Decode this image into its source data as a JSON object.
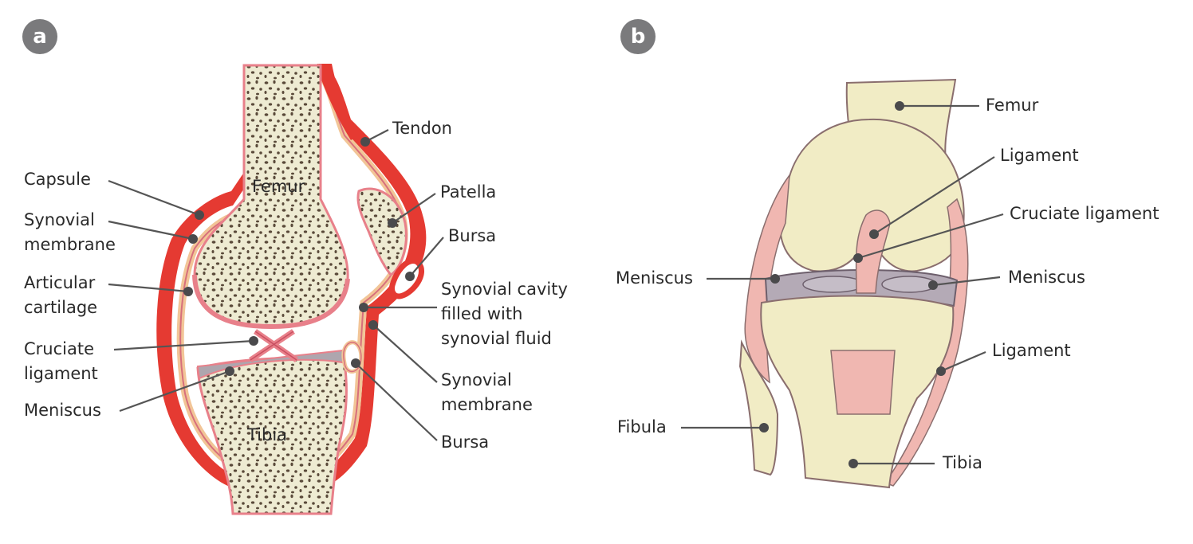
{
  "panels": {
    "a": "a",
    "b": "b"
  },
  "panel_a": {
    "inner": {
      "femur": "Femur",
      "tibia": "Tibia"
    },
    "labels": {
      "capsule": "Capsule",
      "synovial_membrane_left": [
        "Synovial",
        "membrane"
      ],
      "articular_cartilage": [
        "Articular",
        "cartilage"
      ],
      "cruciate_ligament": [
        "Cruciate",
        "ligament"
      ],
      "meniscus": "Meniscus",
      "tendon": "Tendon",
      "patella": "Patella",
      "bursa_top": "Bursa",
      "synovial_cavity": [
        "Synovial cavity",
        "filled with",
        "synovial fluid"
      ],
      "synovial_membrane_right": [
        "Synovial",
        "membrane"
      ],
      "bursa_bottom": "Bursa"
    }
  },
  "panel_b": {
    "labels": {
      "femur": "Femur",
      "ligament_top": "Ligament",
      "cruciate_ligament": "Cruciate ligament",
      "meniscus_left": "Meniscus",
      "meniscus_right": "Meniscus",
      "ligament_right": "Ligament",
      "fibula": "Fibula",
      "tibia": "Tibia"
    }
  },
  "colors": {
    "bone": "#eeebd2",
    "bone_pore": "#5a4a3a",
    "capsule_red": "#e53a32",
    "cartilage": "#f2c597",
    "membrane": "#e8808a",
    "meniscus": "#aea6ae",
    "badge": "#7a7a7c"
  }
}
